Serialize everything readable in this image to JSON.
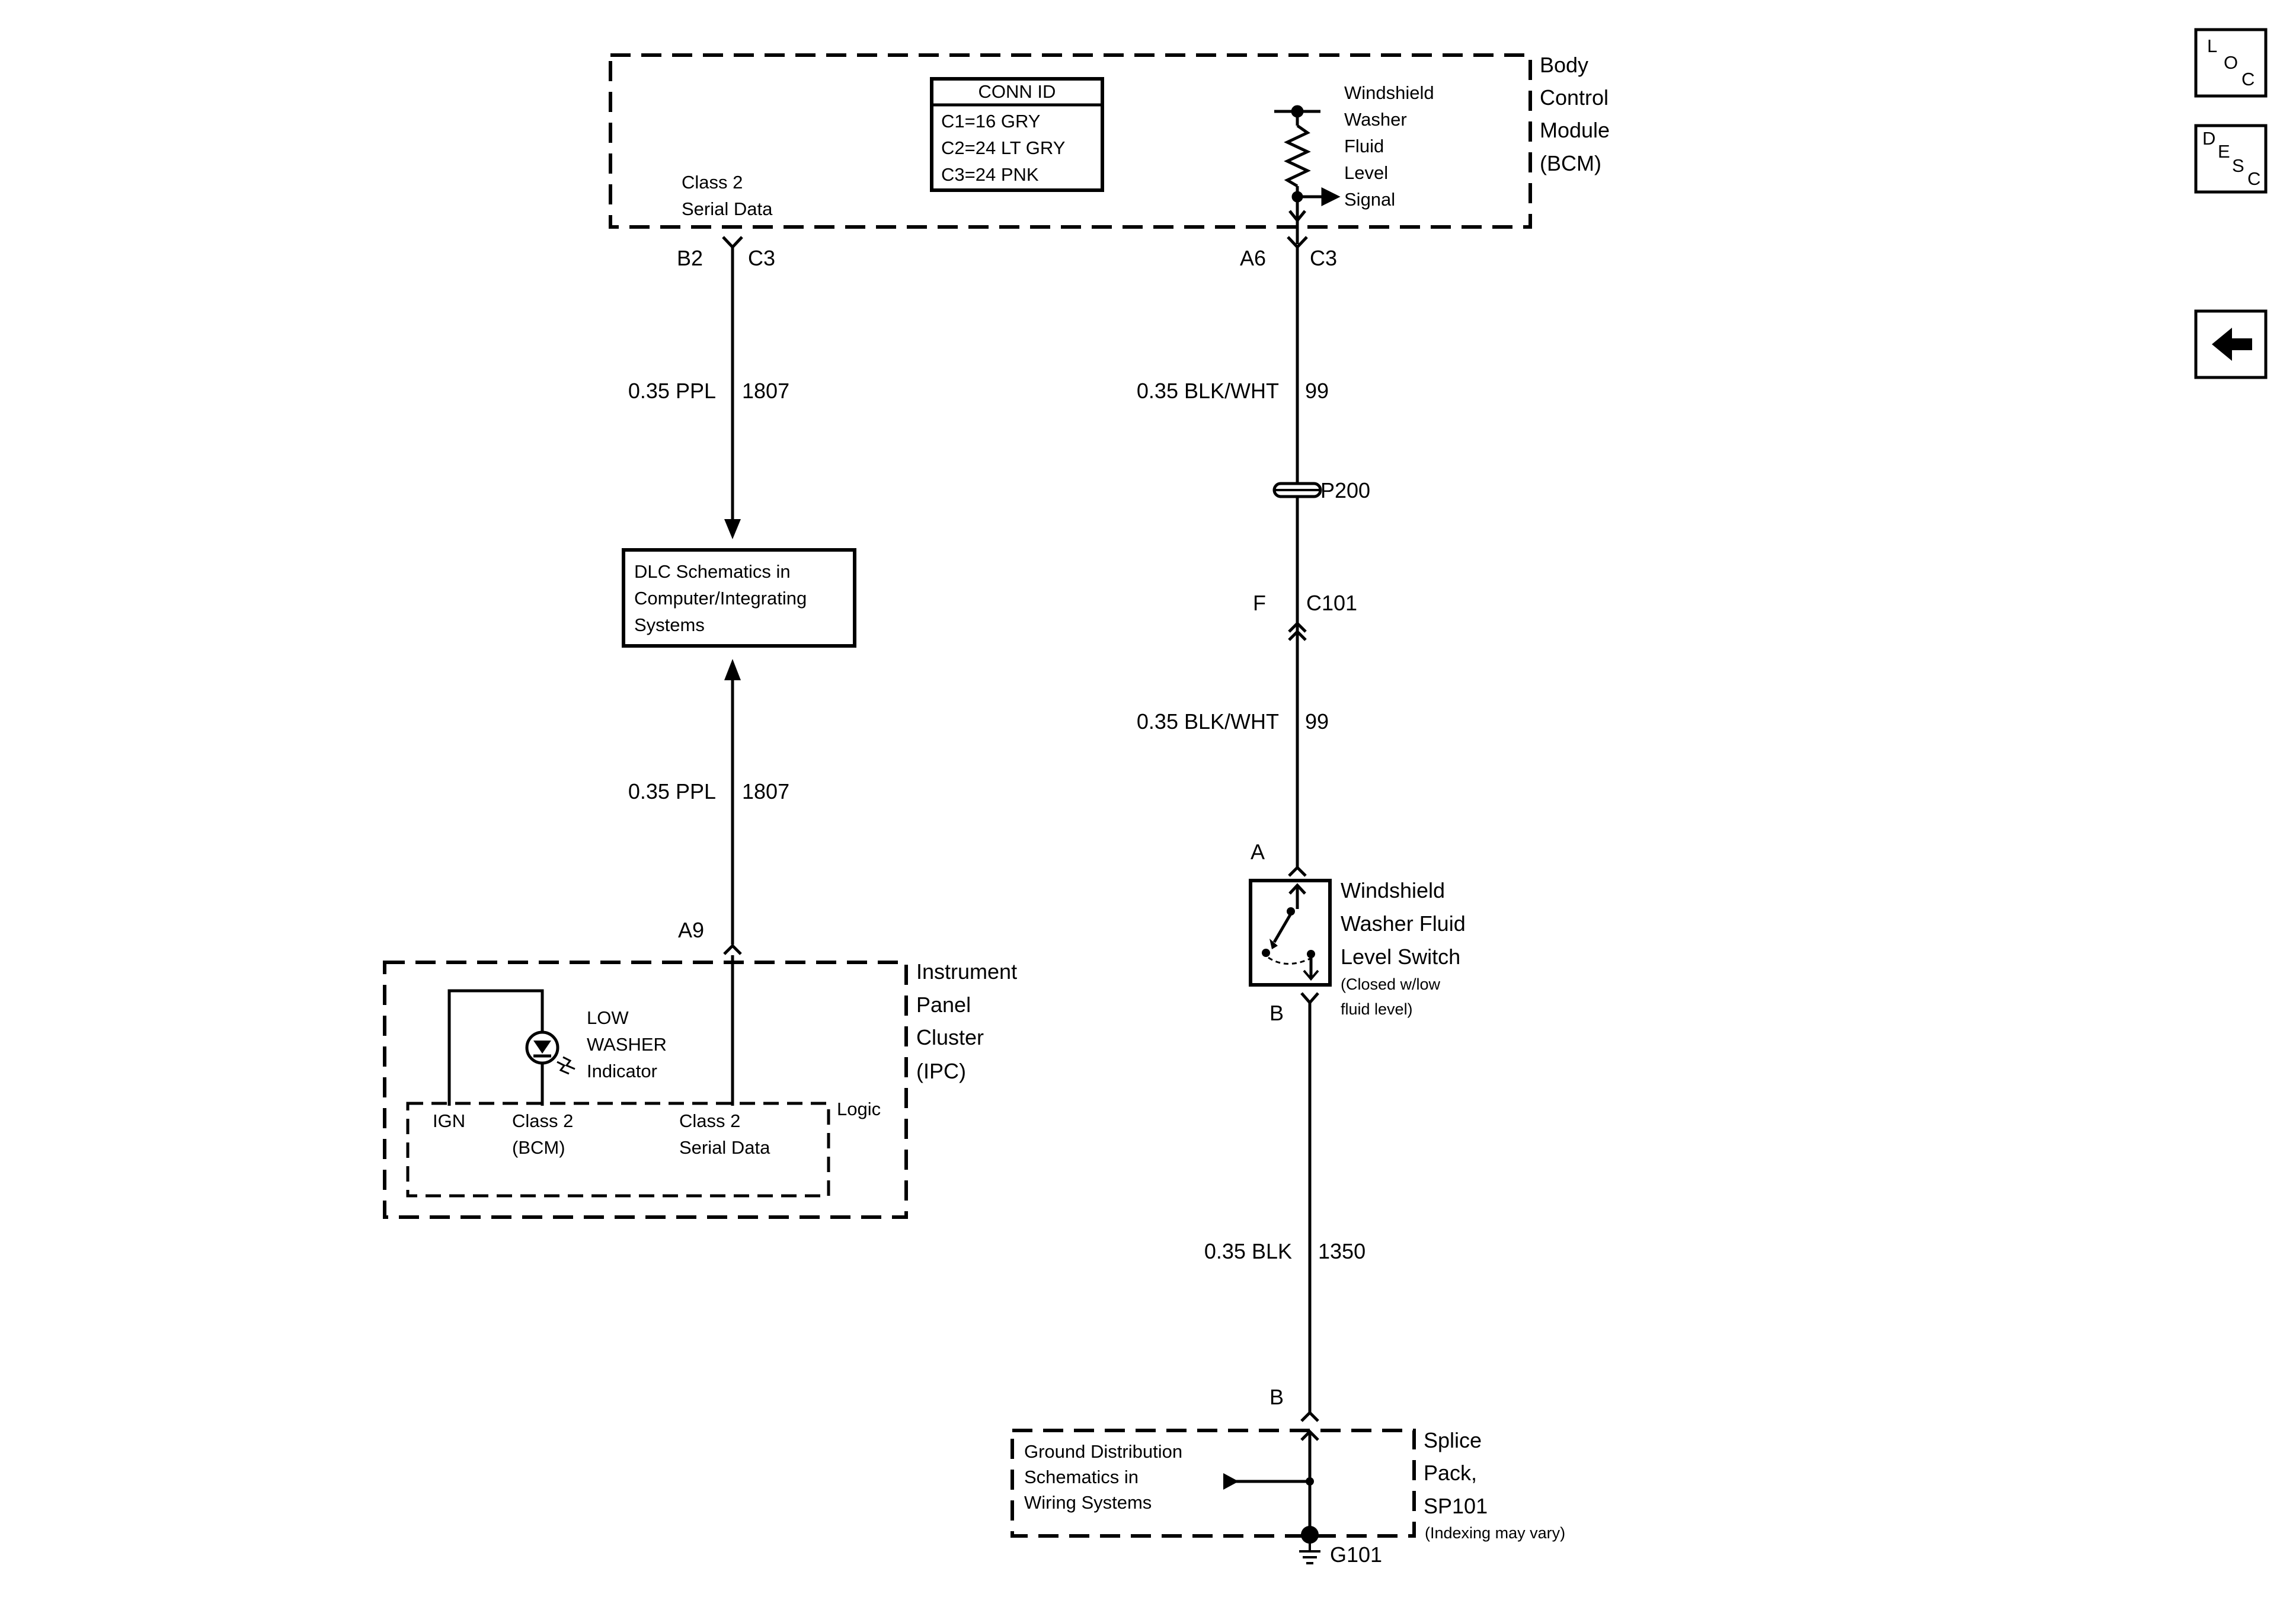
{
  "bcm": {
    "title_lines": [
      "Body",
      "Control",
      "Module",
      "(BCM)"
    ],
    "class2_lines": [
      "Class 2",
      "Serial Data"
    ],
    "washer_signal_lines": [
      "Windshield",
      "Washer",
      "Fluid",
      "Level",
      "Signal"
    ]
  },
  "conn_id": {
    "header": "CONN ID",
    "rows": [
      "C1=16 GRY",
      "C2=24 LT GRY",
      "C3=24 PNK"
    ]
  },
  "left_circuit": {
    "pin_top": "B2",
    "conn_top": "C3",
    "wire_upper_gauge": "0.35 PPL",
    "wire_upper_num": "1807",
    "wire_lower_gauge": "0.35 PPL",
    "wire_lower_num": "1807",
    "dlc_lines": [
      "DLC Schematics in",
      "Computer/Integrating",
      "Systems"
    ],
    "pin_bottom": "A9"
  },
  "ipc": {
    "title_lines": [
      "Instrument",
      "Panel",
      "Cluster",
      "(IPC)"
    ],
    "indicator_lines": [
      "LOW",
      "WASHER",
      "Indicator"
    ],
    "logic": "Logic",
    "ign": "IGN",
    "class2_bcm_lines": [
      "Class 2",
      "(BCM)"
    ],
    "class2_serial_lines": [
      "Class 2",
      "Serial Data"
    ]
  },
  "right_circuit": {
    "pin_top": "A6",
    "conn_top": "C3",
    "wire1_gauge": "0.35 BLK/WHT",
    "wire1_num": "99",
    "pass_through": "P200",
    "pin_f": "F",
    "conn_c101": "C101",
    "wire2_gauge": "0.35 BLK/WHT",
    "wire2_num": "99",
    "pin_a": "A",
    "switch_title_lines": [
      "Windshield",
      "Washer Fluid",
      "Level Switch"
    ],
    "switch_note_lines": [
      "(Closed w/low",
      "fluid level)"
    ],
    "pin_b": "B",
    "wire3_gauge": "0.35 BLK",
    "wire3_num": "1350",
    "pin_b2": "B",
    "ground_dist_lines": [
      "Ground Distribution",
      "Schematics in",
      "Wiring Systems"
    ],
    "splice_lines": [
      "Splice",
      "Pack,",
      "SP101"
    ],
    "splice_note": "(Indexing may vary)",
    "ground": "G101"
  },
  "nav": {
    "loc": [
      "L",
      "O",
      "C"
    ],
    "desc": [
      "D",
      "E",
      "S",
      "C"
    ],
    "back_icon": "left-arrow-icon"
  }
}
